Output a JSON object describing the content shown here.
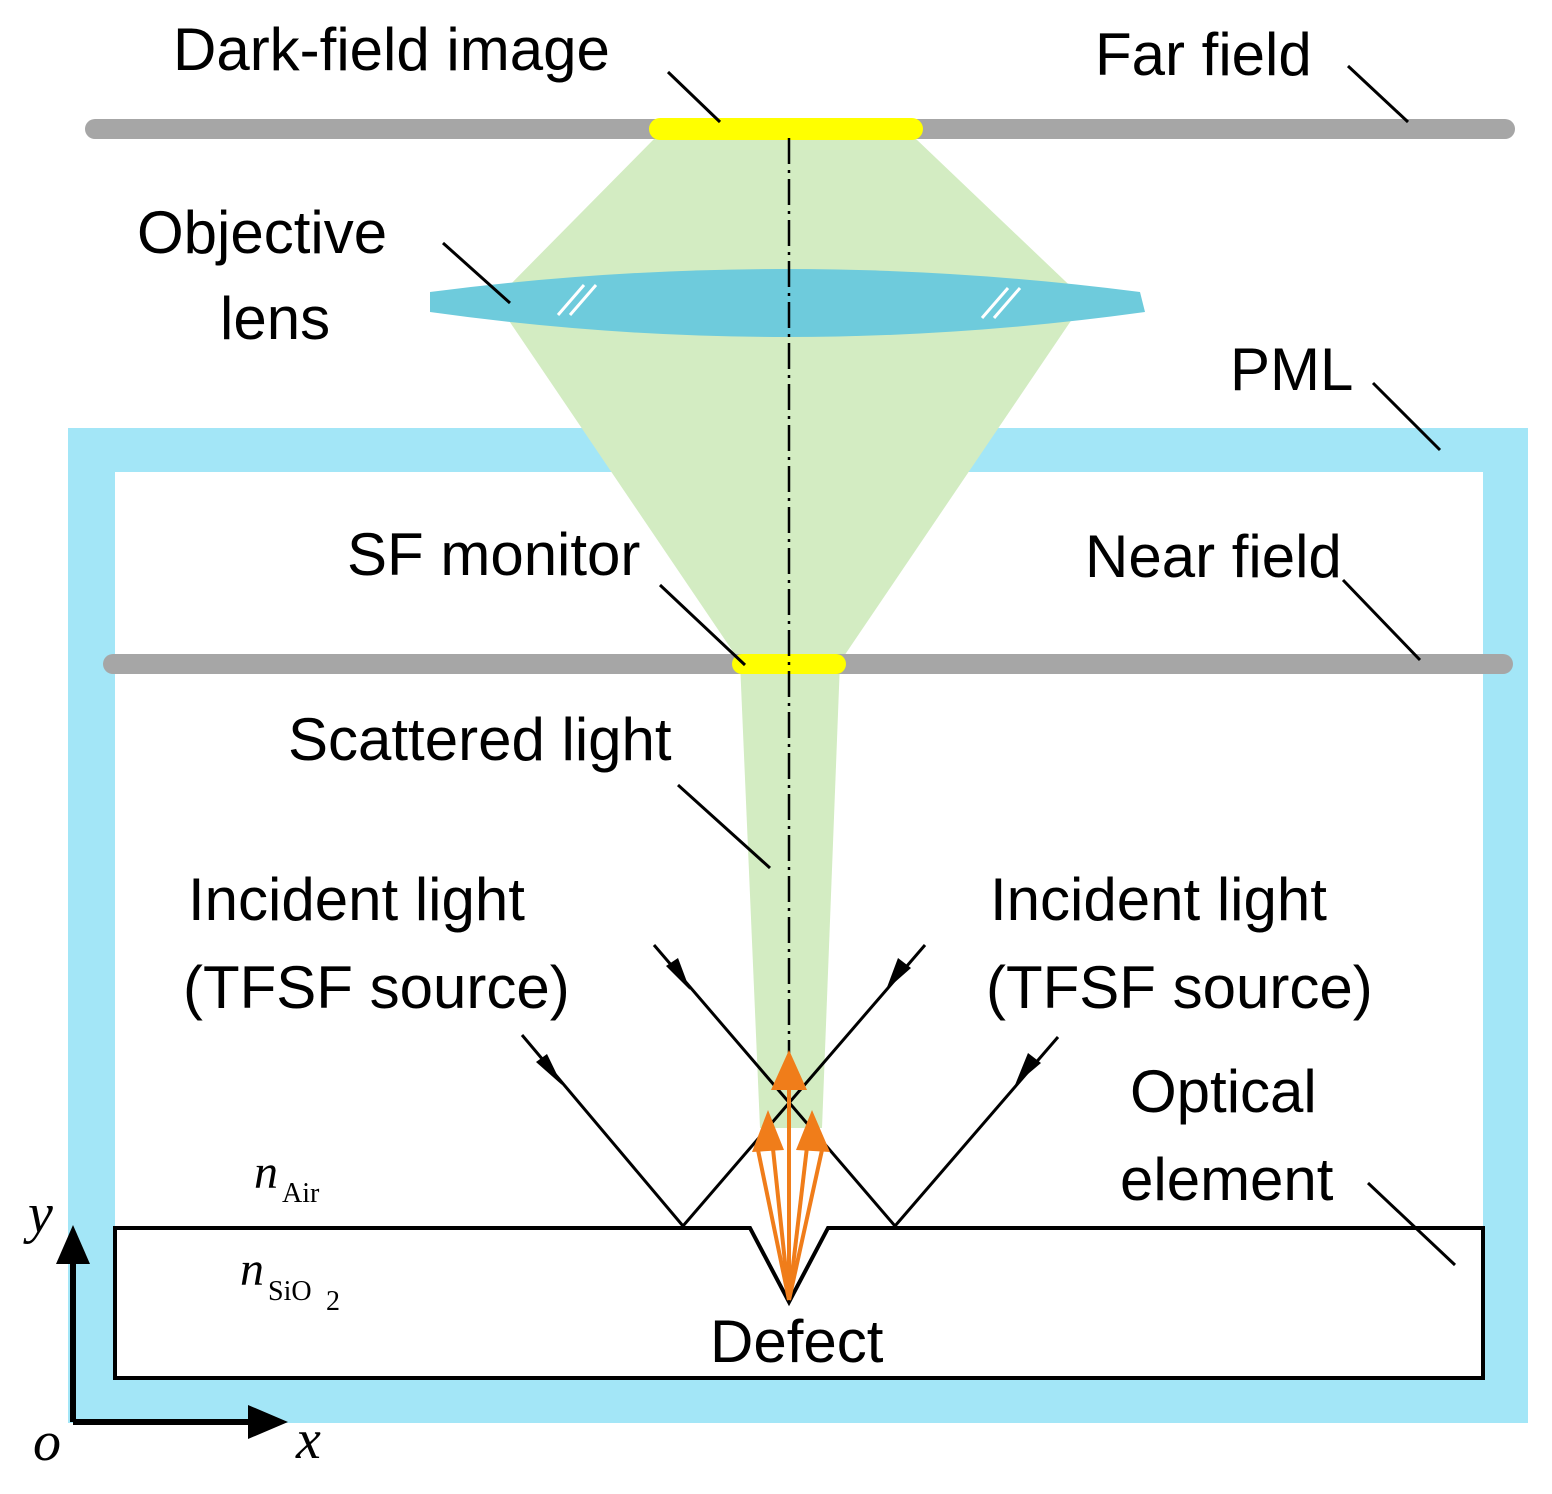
{
  "labels": {
    "dark_field_image": "Dark-field image",
    "far_field": "Far field",
    "objective_lens_line1": "Objective",
    "objective_lens_line2": "lens",
    "pml": "PML",
    "sf_monitor": "SF monitor",
    "near_field": "Near field",
    "scattered_light": "Scattered light",
    "incident_light_left_line1": "Incident light",
    "incident_light_left_line2": "(TFSF source)",
    "incident_light_right_line1": "Incident light",
    "incident_light_right_line2": "(TFSF source)",
    "optical_element_line1": "Optical",
    "optical_element_line2": "element",
    "defect": "Defect",
    "n_air_symbol": "n",
    "n_air_subscript": "Air",
    "n_sio2_symbol": "n",
    "n_sio2_subscript": "SiO",
    "n_sio2_subscript_digit": "2",
    "axis_y": "y",
    "axis_x": "x",
    "axis_origin": "o"
  },
  "colors": {
    "pml": "#a3e6f7",
    "field_plane": "#a6a6a6",
    "monitor": "#ffff00",
    "light_cone": "#d3ecc2",
    "lens": "#6ecbdc",
    "scatter_arrows": "#f07d1a",
    "lines": "#000000"
  }
}
